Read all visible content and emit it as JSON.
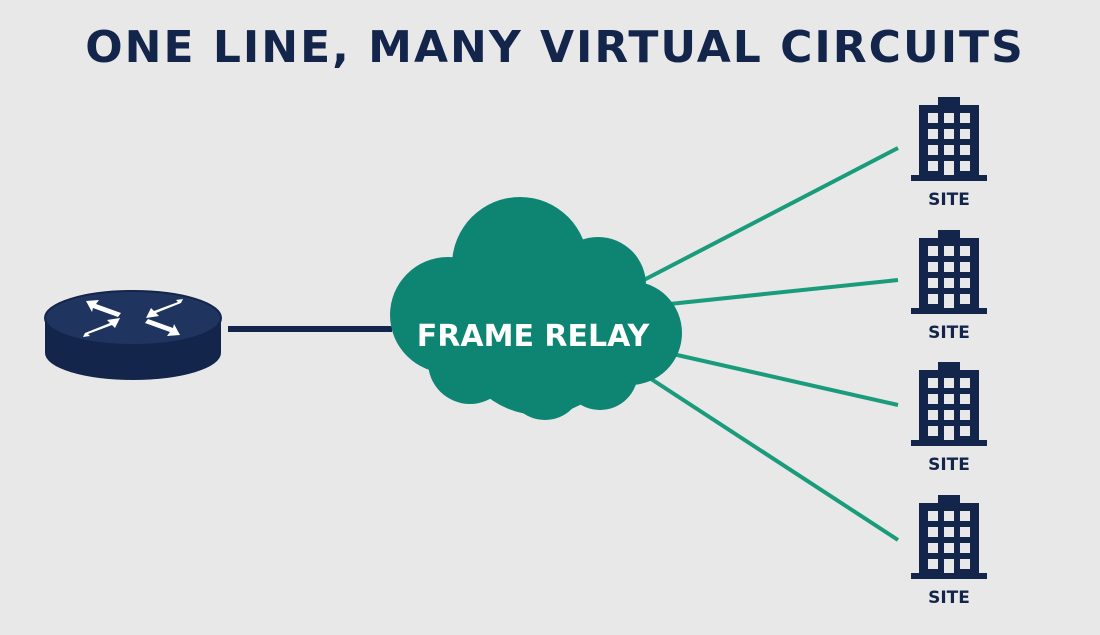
{
  "title": "ONE LINE, MANY VIRTUAL CIRCUITS",
  "router": {
    "icon": "router-icon"
  },
  "cloud": {
    "label": "FRAME RELAY",
    "icon": "cloud-icon"
  },
  "sites": [
    {
      "label": "SITE",
      "icon": "building-icon"
    },
    {
      "label": "SITE",
      "icon": "building-icon"
    },
    {
      "label": "SITE",
      "icon": "building-icon"
    },
    {
      "label": "SITE",
      "icon": "building-icon"
    }
  ],
  "colors": {
    "background": "#e8e8e8",
    "navy": "#13254a",
    "teal": "#0e8573",
    "circuit_line": "#1a9c7c"
  }
}
